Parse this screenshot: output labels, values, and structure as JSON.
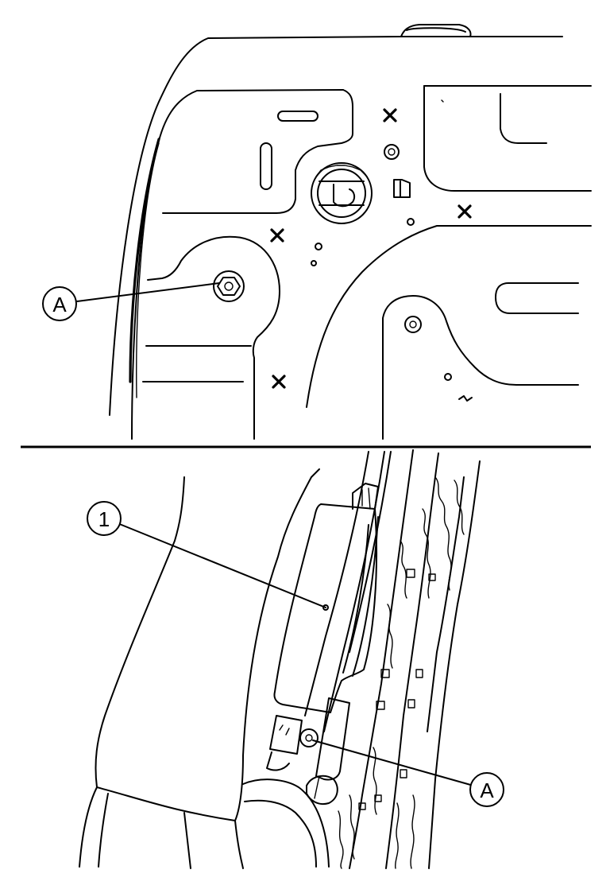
{
  "callouts": {
    "top_a": "A",
    "bottom_one": "1",
    "bottom_a": "A"
  },
  "colors": {
    "ink": "#000000",
    "paper": "#ffffff"
  }
}
